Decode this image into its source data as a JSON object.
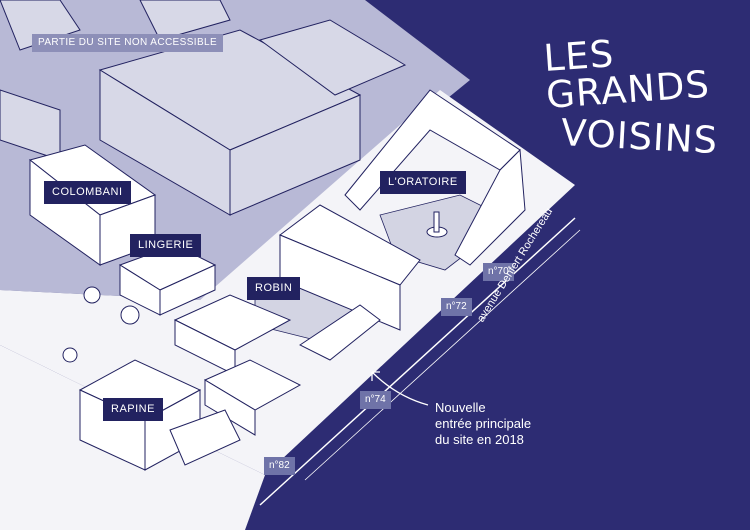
{
  "map": {
    "zone_note": "PARTIE DU SITE NON ACCESSIBLE",
    "street": "avenue Denfert Rochereau",
    "buildings": {
      "colombani": "COLOMBANI",
      "lingerie": "LINGERIE",
      "oratoire": "L'ORATOIRE",
      "robin": "ROBIN",
      "rapine": "RAPINE"
    },
    "street_numbers": {
      "n70": "n°70",
      "n72": "n°72",
      "n74": "n°74",
      "n82": "n°82"
    },
    "entrance": {
      "line1": "Nouvelle",
      "line2": "entrée principale",
      "line3": "du site en 2018"
    }
  },
  "logo": {
    "line1": "LES GRANDS",
    "line2": "VOISINS"
  },
  "colors": {
    "background": "#2d2c73",
    "restricted_zone": "#b8b9d6",
    "site_ground": "#ffffff",
    "courtyard": "#c9cadc",
    "label_bg": "#222260",
    "number_badge": "#6f73a8"
  }
}
